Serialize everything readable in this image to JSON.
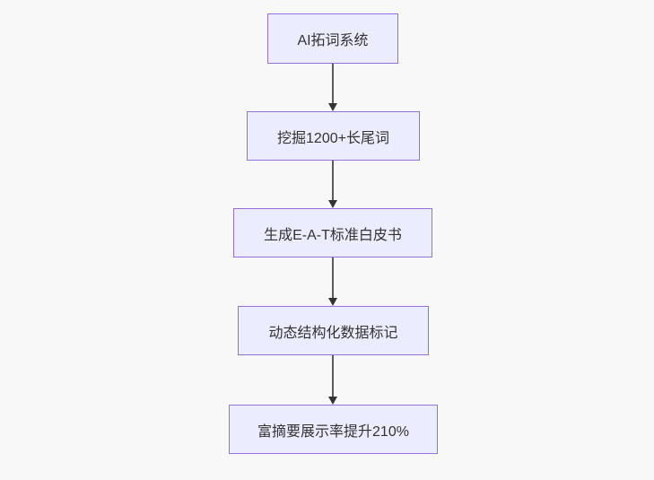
{
  "diagram": {
    "type": "flowchart",
    "direction": "top-down",
    "nodes": [
      {
        "id": "n1",
        "label": "AI拓词系统"
      },
      {
        "id": "n2",
        "label": "挖掘1200+长尾词"
      },
      {
        "id": "n3",
        "label": "生成E-A-T标准白皮书"
      },
      {
        "id": "n4",
        "label": "动态结构化数据标记"
      },
      {
        "id": "n5",
        "label": "富摘要展示率提升210%"
      }
    ],
    "edges": [
      {
        "from": "n1",
        "to": "n2"
      },
      {
        "from": "n2",
        "to": "n3"
      },
      {
        "from": "n3",
        "to": "n4"
      },
      {
        "from": "n4",
        "to": "n5"
      }
    ],
    "colors": {
      "node_fill": "#ececff",
      "node_border": "#9370db",
      "node_text": "#333333",
      "edge_line": "#5b5b5b",
      "edge_arrowhead": "#333333",
      "background": "#f8f8f8"
    }
  }
}
